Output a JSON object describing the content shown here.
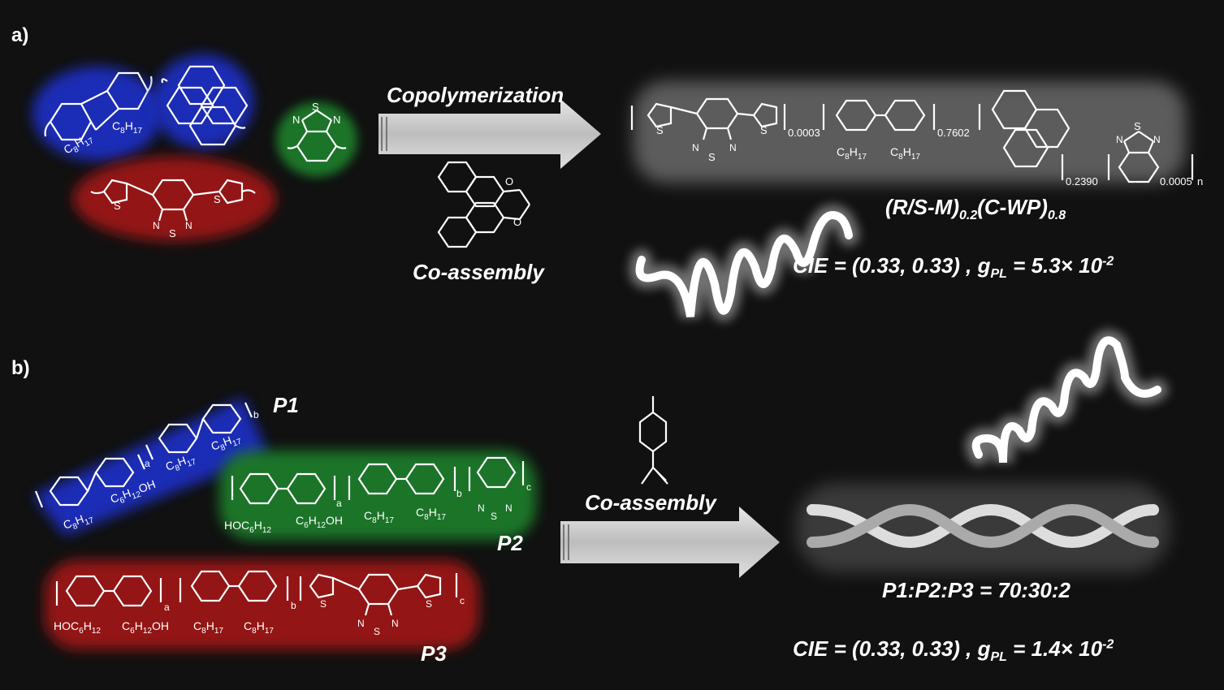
{
  "panel_a": {
    "label": "a)",
    "arrow_top_label": "Copolymerization",
    "arrow_bottom_label": "Co-assembly",
    "polymer_name_main": "(R/S-M)",
    "polymer_sub1": "0.2",
    "polymer_name_mid": "(C-WP)",
    "polymer_sub2": "0.8",
    "fraction_1": "0.0003",
    "fraction_2": "0.7602",
    "fraction_3": "0.2390",
    "fraction_4": "0.0005",
    "repeat_n": "n",
    "cie_text": "CIE = (0.33, 0.33) , g",
    "cie_sub": "PL",
    "cie_value": " = 5.3× 10",
    "cie_exp": "-2"
  },
  "panel_b": {
    "label": "b)",
    "p1_label": "P1",
    "p2_label": "P2",
    "p3_label": "P3",
    "arrow_label": "Co-assembly",
    "ratio_text": "P1:P2:P3 = 70:30:2",
    "cie_text": "CIE = (0.33, 0.33) , g",
    "cie_sub": "PL",
    "cie_value": " = 1.4× 10",
    "cie_exp": "-2"
  },
  "substituents": {
    "c8h17": "C8H17",
    "c6h12oh": "C6H12OH",
    "hoc6h12": "HOC6H12",
    "s": "S",
    "n": "N",
    "o": "O",
    "a": "a",
    "b": "b",
    "c": "c"
  },
  "colors": {
    "blue_glow": "#1d2fbf",
    "green_glow": "#1f7a2a",
    "red_glow": "#9b1414",
    "white_glow": "#cfcfcf",
    "background": "#111111"
  }
}
